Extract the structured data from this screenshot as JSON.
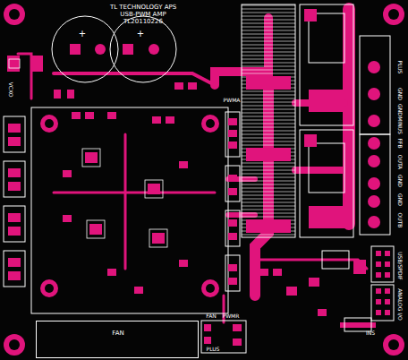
{
  "diagram": {
    "nodes": [
      {
        "text": [
          "FAN"
        ]
      }
    ],
    "labels": [
      "TL TECHNOLOGY APS",
      "USB-PWM AMP",
      "TL20110226",
      "+",
      "+",
      "VCXO",
      "PWMA",
      "PLUS",
      "GND",
      "GND",
      "MINUS",
      "FFB",
      "OUTA",
      "GND",
      "GND",
      "OUTB",
      "USB/SPDIF",
      "ANALOG I/O",
      "INS",
      "FAN",
      "PWMR",
      "PLUS"
    ]
  }
}
